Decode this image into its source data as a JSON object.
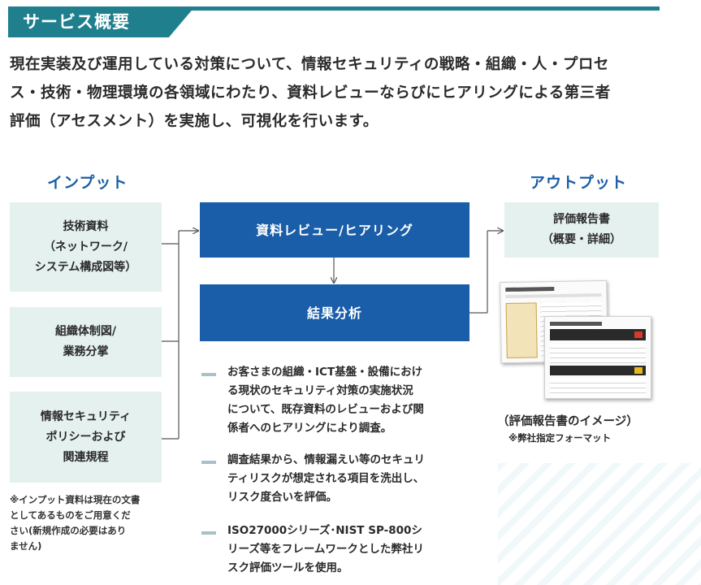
{
  "header": {
    "title": "サービス概要"
  },
  "intro": {
    "lines": [
      "現在実装及び運用している対策について、情報セキュリティの戦略・組織・人・プロセ",
      "ス・技術・物理環境の各領域にわたり、資料レビューならびにヒアリングによる第三者",
      "評価（アセスメント）を実施し、可視化を行います。"
    ]
  },
  "input": {
    "heading": "インプット",
    "boxes": [
      "技術資料\n（ネットワーク/\nシステム構成図等）",
      "組織体制図/\n業務分掌",
      "情報セキュリティ\nポリシーおよび\n関連規程"
    ],
    "note": "※インプット資料は現在の文書\nとしてあるものをご用意くだ\nさい(新規作成の必要はあり\nません)"
  },
  "process": {
    "review": "資料レビュー/ヒアリング",
    "analysis": "結果分析",
    "bullets": [
      "お客さまの組織・ICT基盤・設備におけ\nる現状のセキュリティ対策の実施状況\nについて、既存資料のレビューおよび関\n係者へのヒアリングにより調査。",
      "調査結果から、情報漏えい等のセキュリ\nティリスクが想定される項目を洗出し、\nリスク度合いを評価。",
      "ISO27000シリーズ･NIST SP-800シ\nリーズ等をフレームワークとした弊社リ\nスク評価ツールを使用。"
    ]
  },
  "output": {
    "heading": "アウトプット",
    "box": "評価報告書\n（概要・詳細）",
    "caption": "（評価報告書のイメージ）",
    "subcaption": "※弊社指定フォーマット"
  },
  "colors": {
    "brand_teal": "#1f7f8d",
    "brand_blue": "#1a5ea9",
    "box_bg": "#e4f1ee"
  }
}
